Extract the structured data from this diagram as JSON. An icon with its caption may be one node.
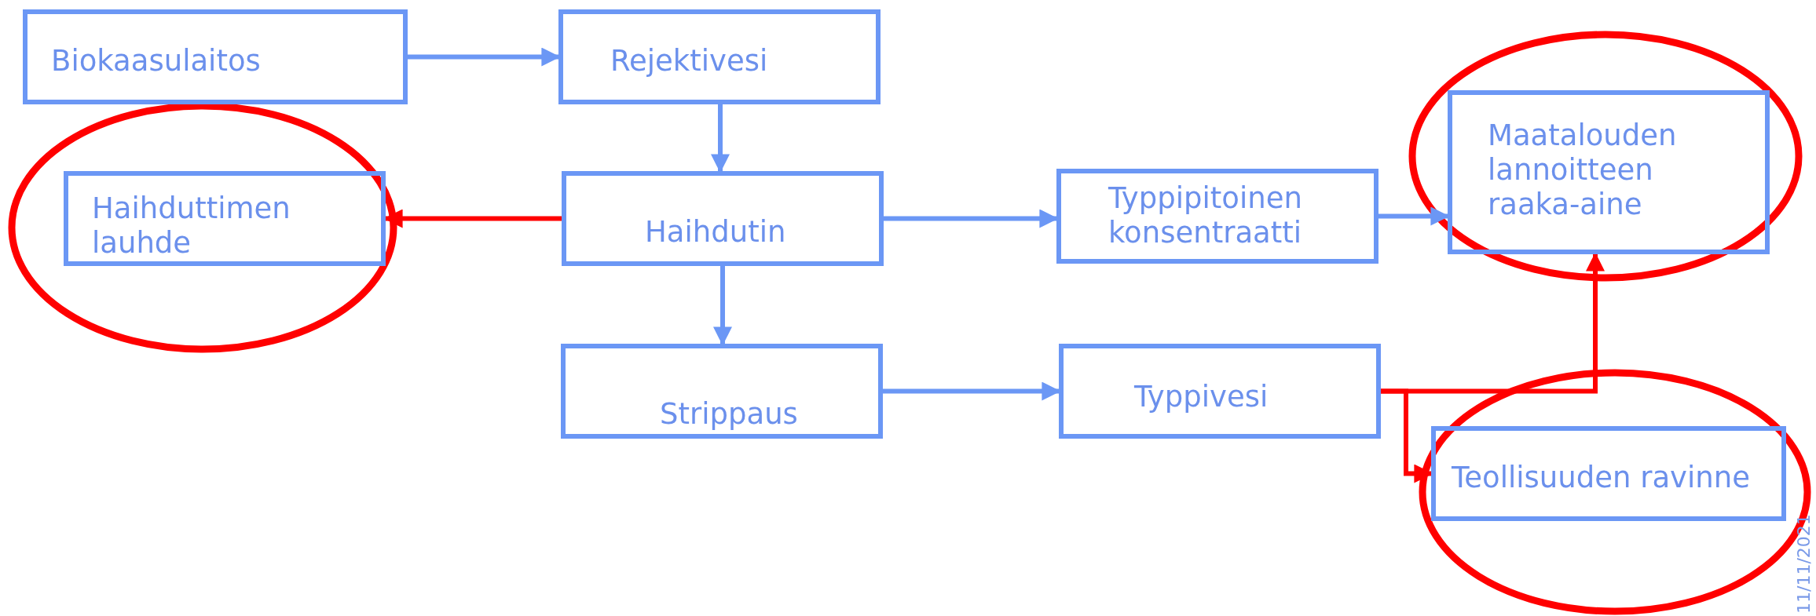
{
  "diagram": {
    "nodes": [
      {
        "text": [
          "Biokaasulaitos"
        ]
      },
      {
        "text": [
          "Rejektivesi"
        ]
      },
      {
        "text": [
          "Haihduttimen lauhde"
        ]
      },
      {
        "text": [
          "Haihdutin"
        ]
      },
      {
        "text": [
          "Typpipitoinen konsentraatti"
        ]
      },
      {
        "text": [
          "Maatalouden lannoitteen raaka-aine"
        ]
      },
      {
        "text": [
          "Strippaus"
        ]
      },
      {
        "text": [
          "Typpivesi"
        ]
      },
      {
        "text": [
          "Teollisuuden ravinne"
        ]
      }
    ],
    "edges": [
      {
        "from": 0,
        "to": 1,
        "arrow": "to"
      },
      {
        "from": 1,
        "to": 3,
        "arrow": "to"
      },
      {
        "from": 3,
        "to": 2,
        "arrow": "to",
        "color": "#ff0000"
      },
      {
        "from": 3,
        "to": 4,
        "arrow": "to"
      },
      {
        "from": 3,
        "to": 6,
        "arrow": "to"
      },
      {
        "from": 4,
        "to": 5,
        "arrow": "to"
      },
      {
        "from": 6,
        "to": 7,
        "arrow": "to"
      },
      {
        "from": 7,
        "to": 5,
        "arrow": "to",
        "color": "#ff0000"
      },
      {
        "from": 7,
        "to": 8,
        "arrow": "to",
        "color": "#ff0000"
      }
    ],
    "labels": [
      "11/11/2021"
    ]
  }
}
